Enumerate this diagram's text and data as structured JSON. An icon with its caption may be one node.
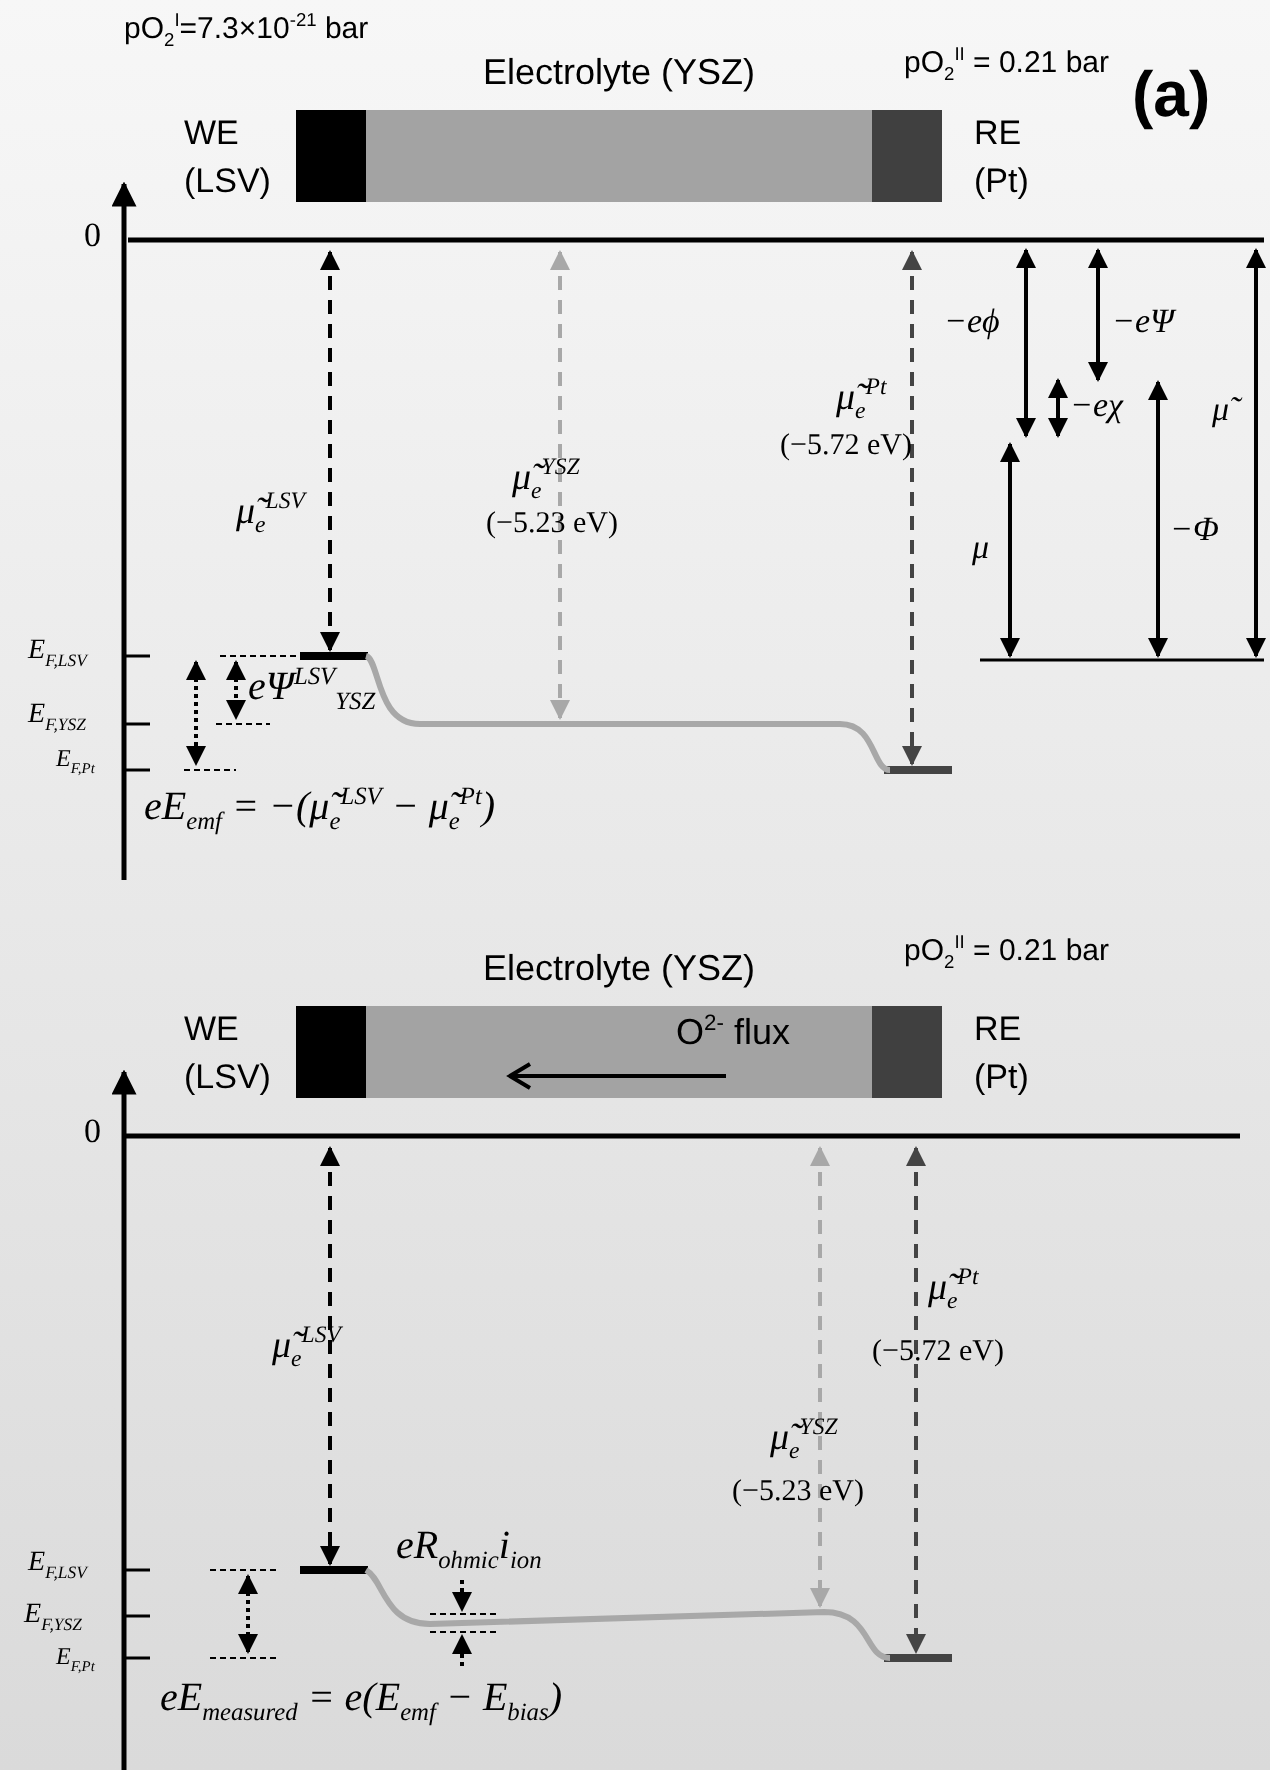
{
  "diagram": {
    "nodes": [
      {
        "text": [],
        "shape": "box",
        "beside": [
          "WE (LSV)"
        ]
      },
      {
        "text": [
          "Electrolyte (YSZ)"
        ]
      },
      {
        "text": [],
        "shape": "box",
        "beside": [
          "RE (Pt)"
        ]
      },
      {
        "text": [],
        "shape": "box",
        "beside": [
          "WE (LSV)"
        ]
      },
      {
        "text": [
          "Electrolyte (YSZ)",
          "O$^{2-}$ flux"
        ]
      },
      {
        "text": [],
        "shape": "box",
        "beside": [
          "RE (Pt)"
        ]
      }
    ],
    "labels": [
      "pO$_{2}$$^{I}$=7.3×10$^{-21}$ bar",
      "pO$_{2}$$^{II}$ = 0.21 bar",
      "(a)",
      "0",
      "μ̃$_{e}$$^{YSZ}$",
      "(−5.23 eV)",
      "μ̃$_{e}$$^{Pt}$",
      "(−5.72 eV)",
      "−eϕ",
      "−eΨ",
      "−eχ",
      "μ̃",
      "μ̃$_{e}$$^{LSV}$",
      "μ",
      "−Φ",
      "E$_{F,LSV}$",
      "eΨ$^{LSV}$$_{YSZ}$",
      "E$_{F,YSZ}$",
      "E$_{F,Pt}$",
      "eE$_{emf}$ = −(μ̃$_{e}$$^{LSV}$ − μ̃$_{e}$$^{Pt}$)",
      "pO$_{2}$$^{II}$ = 0.21 bar",
      "0",
      "μ̃$_{e}$$^{LSV}$",
      "μ̃$_{e}$$^{Pt}$",
      "(−5.72 eV)",
      "μ̃$_{e}$$^{YSZ}$",
      "(−5.23 eV)",
      "eR$_{ohmic}$i$_{ion}$",
      "E$_{F,LSV}$",
      "E$_{F,YSZ}$",
      "E$_{F,Pt}$",
      "eE$_{measured}$ = e(E$_{emf}$ − E$_{bias}$)"
    ]
  }
}
